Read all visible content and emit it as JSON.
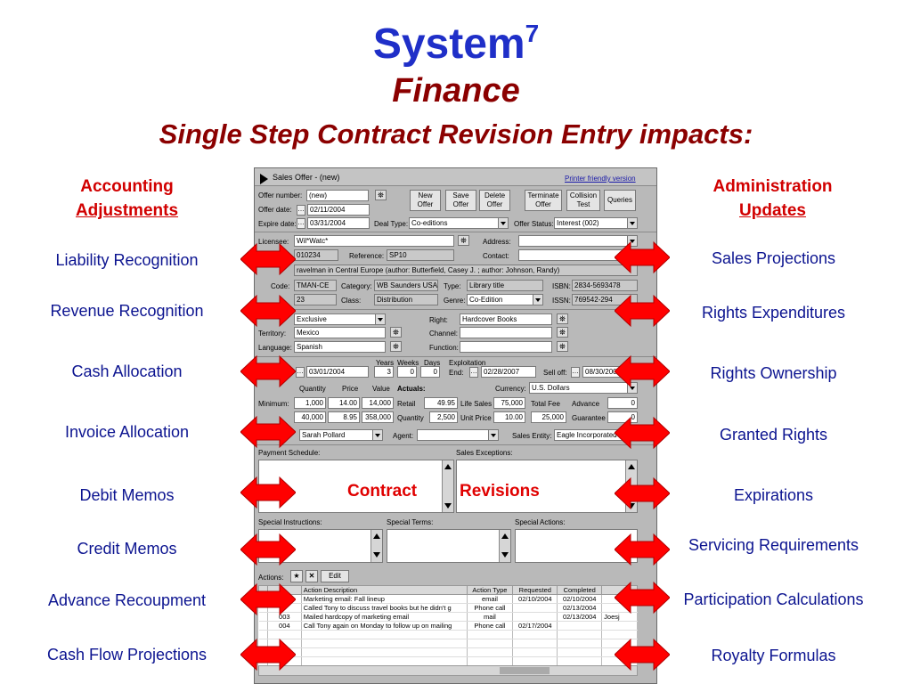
{
  "title": {
    "main": "System",
    "sup": "7",
    "sub": "Finance",
    "subtitle": "Single Step Contract Revision Entry impacts:"
  },
  "left": {
    "heading1": "Accounting",
    "heading2": "Adjustments",
    "items": [
      "Liability Recognition",
      "Revenue Recognition",
      "Cash Allocation",
      "Invoice Allocation",
      "Debit Memos",
      "Credit Memos",
      "Advance Recoupment",
      "Cash Flow Projections"
    ]
  },
  "right": {
    "heading1": "Administration",
    "heading2": "Updates",
    "items": [
      "Sales Projections",
      "Rights Expenditures",
      "Rights Ownership",
      "Granted Rights",
      "Expirations",
      "Servicing Requirements",
      "Participation Calculations",
      "Royalty Formulas"
    ]
  },
  "center_overlay": {
    "word1": "Contract",
    "word2": "Revisions"
  },
  "colors": {
    "title_blue": "#1f2fc8",
    "dark_red": "#8b0000",
    "accent_red": "#d10000",
    "item_blue": "#0c1490",
    "arrow_red": "#ff0000"
  },
  "icons": {
    "binoculars": "binoculars-icon",
    "arrow": "double-arrow-icon"
  },
  "screen": {
    "header_title": "Sales Offer - (new)",
    "printer_link": "Printer friendly version",
    "offer_number_label": "Offer number:",
    "offer_number": "(new)",
    "offer_date_label": "Offer date:",
    "offer_date": "02/11/2004",
    "expire_date_label": "Expire date:",
    "expire_date": "03/31/2004",
    "deal_type_label": "Deal Type:",
    "deal_type": "Co-editions",
    "offer_status_label": "Offer Status:",
    "offer_status": "Interest (002)",
    "buttons": {
      "new_offer": "New Offer",
      "save_offer": "Save Offer",
      "delete_offer": "Delete Offer",
      "terminate_offer": "Terminate Offer",
      "collision_test": "Collision Test",
      "queries": "Queries"
    },
    "licensee_label": "Licensee:",
    "licensee": "Wil*Watc*",
    "address_label": "Address:",
    "id_value": "010234",
    "reference_label": "Reference:",
    "reference": "SP10",
    "contact_label": "Contact:",
    "title_value": "ravelman in Central Europe (author: Butterfield, Casey J. ; author: Johnson, Randy)",
    "code_label": "Code:",
    "code": "TMAN-CE",
    "category_label": "Category:",
    "category": "WB Saunders USA",
    "type_label": "Type:",
    "type": "Library title",
    "isbn_label": "ISBN:",
    "isbn": "2834-5693478",
    "num_value": "23",
    "class_label": "Class:",
    "class": "Distribution",
    "genre_label": "Genre:",
    "genre": "Co-Edition",
    "issn_label": "ISSN:",
    "issn": "769542-294",
    "exclusivity": "Exclusive",
    "right_label": "Right:",
    "right": "Hardcover Books",
    "territory_label": "Territory:",
    "territory": "Mexico",
    "channel_label": "Channel:",
    "language_label": "Language:",
    "language": "Spanish",
    "function_label": "Function:",
    "term_headers": {
      "years": "Years",
      "weeks": "Weeks",
      "days": "Days",
      "exploitation": "Exploitation"
    },
    "start_date": "03/01/2004",
    "years": "3",
    "weeks": "0",
    "days": "0",
    "end_label": "End:",
    "end_date": "02/28/2007",
    "selloff_label": "Sell off:",
    "selloff_date": "08/30/200",
    "qty_header": "Quantity",
    "price_header": "Price",
    "value_header": "Value",
    "actuals_label": "Actuals:",
    "currency_label": "Currency:",
    "currency": "U.S. Dollars",
    "minimum_label": "Minimum:",
    "min_qty": "1,000",
    "min_price": "14.00",
    "min_value": "14,000",
    "retail_label": "Retail",
    "retail": "49.95",
    "life_sales_label": "Life Sales",
    "life_sales": "75,000",
    "total_fee_label": "Total Fee",
    "advance_label": "Advance",
    "advance": "0",
    "max_qty": "40,000",
    "max_price": "8.95",
    "max_value": "358,000",
    "quantity_label": "Quantity",
    "quantity": "2,500",
    "unit_price_label": "Unit Price",
    "unit_price": "10.00",
    "total_fee": "25,000",
    "guarantee_label": "Guarantee",
    "guarantee": "0",
    "agent_name": "Sarah Pollard",
    "agent_label": "Agent:",
    "sales_entity_label": "Sales Entity:",
    "sales_entity": "Eagle Incorporated",
    "payment_schedule_label": "Payment Schedule:",
    "sales_exceptions_label": "Sales Exceptions:",
    "special_instructions_label": "Special Instructions:",
    "special_terms_label": "Special Terms:",
    "special_actions_label": "Special Actions:",
    "actions_label": "Actions:",
    "edit_label": "Edit",
    "table": {
      "headers": [
        "Action Description",
        "Action Type",
        "Requested",
        "Completed"
      ],
      "rows": [
        {
          "num": "",
          "desc": "Marketing email: Fall lineup",
          "type": "email",
          "req": "02/10/2004",
          "comp": "02/10/2004",
          "by": ""
        },
        {
          "num": "",
          "desc": "Called Tony to discuss travel books but he didn't g",
          "type": "Phone call",
          "req": "",
          "comp": "02/13/2004",
          "by": ""
        },
        {
          "num": "003",
          "desc": "Mailed hardcopy of marketing email",
          "type": "mail",
          "req": "",
          "comp": "02/13/2004",
          "by": "Joesj"
        },
        {
          "num": "004",
          "desc": "Call Tony again on Monday to follow up on mailing",
          "type": "Phone call",
          "req": "02/17/2004",
          "comp": "",
          "by": ""
        }
      ]
    }
  }
}
